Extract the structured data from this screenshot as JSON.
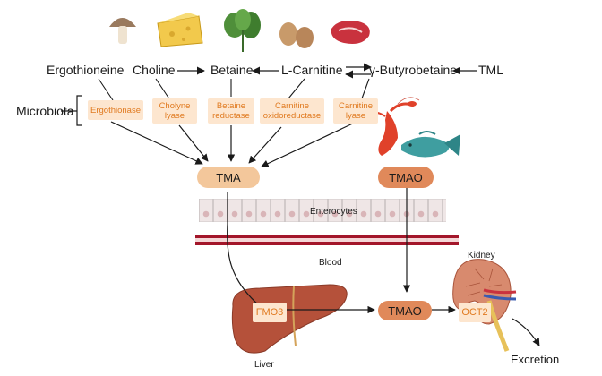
{
  "compounds": {
    "ergothioneine": "Ergothioneine",
    "choline": "Choline",
    "betaine": "Betaine",
    "l_carnitine": "L-Carnitine",
    "gbb": "γ-Butyrobetaine",
    "tml": "TML"
  },
  "microbiota_label": "Microbiota",
  "enzymes": [
    "Ergothionase",
    "Cholyne\nlyase",
    "Betaine\nreductase",
    "Carnitine\noxidoreductase",
    "Carnitine\nlyase"
  ],
  "tma": "TMA",
  "tmao_gut": "TMAO",
  "enterocytes": "Enterocytes",
  "blood": "Blood",
  "fmo3": "FMO3",
  "tmao_liver": "TMAO",
  "oct2": "OCT2",
  "kidney": "Kidney",
  "liver": "Liver",
  "excretion": "Excretion",
  "food_icons": [
    "mushroom-icon",
    "cheese-icon",
    "spinach-icon",
    "eggs-icon",
    "red-meat-icon",
    "lobster-icon",
    "fish-icon"
  ],
  "colors": {
    "enzyme_bg": "#fde6cf",
    "enzyme_text": "#e07a20",
    "tma_pill": "#f3c79b",
    "tmao_pill": "#e0895a",
    "blood_vessel": "#a3162a",
    "liver": "#b5513a",
    "kidney": "#d88a6e"
  }
}
